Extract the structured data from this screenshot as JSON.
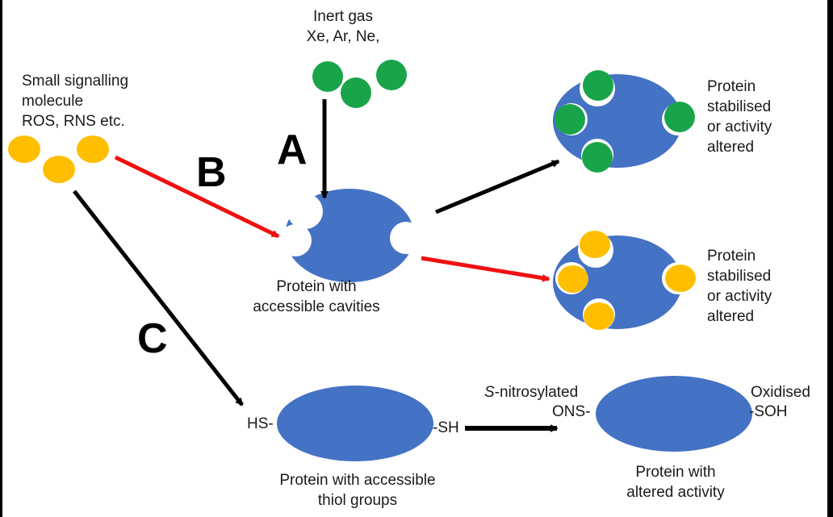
{
  "labels": {
    "inert_gas_title": "Inert gas",
    "inert_gas_examples": "Xe, Ar, Ne,",
    "signalling_line1": "Small signalling",
    "signalling_line2": "molecule",
    "signalling_line3": "ROS, RNS etc.",
    "route_a": "A",
    "route_b": "B",
    "route_c": "C",
    "cavity_protein_line1": "Protein with",
    "cavity_protein_line2": "accessible cavities",
    "result_top_line1": "Protein",
    "result_top_line2": "stabilised",
    "result_top_line3": "or activity",
    "result_top_line4": "altered",
    "result_mid_line1": "Protein",
    "result_mid_line2": "stabilised",
    "result_mid_line3": "or activity",
    "result_mid_line4": "altered",
    "thiol_left_group": "HS-",
    "thiol_right_group": "-SH",
    "thiol_protein_line1": "Protein with accessible",
    "thiol_protein_line2": "thiol groups",
    "nitrosylated_prefix": "S",
    "nitrosylated_suffix": "-nitrosylated",
    "ons_group": "ONS-",
    "oxidised_label": "Oxidised",
    "soh_group": "-SOH",
    "altered_protein_line1": "Protein with",
    "altered_protein_line2": "altered activity"
  },
  "colors": {
    "protein": "#4472c4",
    "inert_gas": "#1aa44a",
    "signalling_molecule": "#ffbe00",
    "arrow_black": "#000000",
    "arrow_red": "#ee1111",
    "text": "#1a1a1a"
  }
}
